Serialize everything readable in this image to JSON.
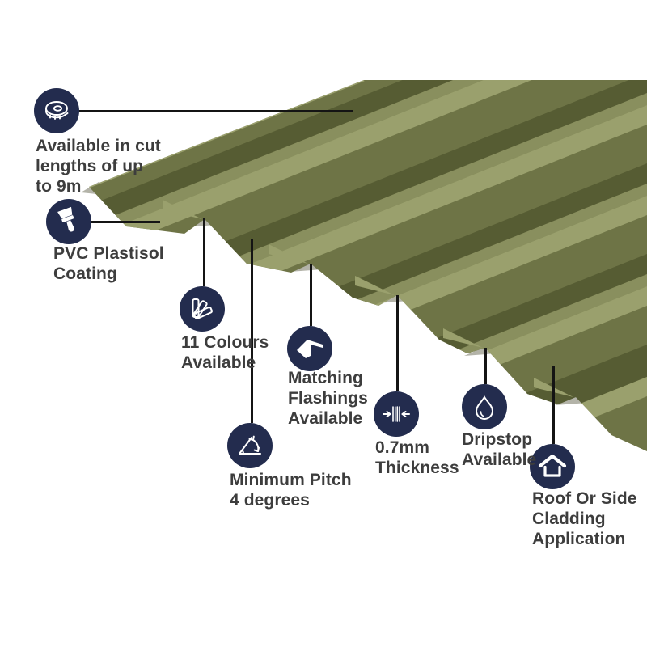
{
  "colors": {
    "background": "#ffffff",
    "icon_navy": "#232c4e",
    "connector_black": "#141414",
    "text_grey": "#3d3d3d",
    "sheet_olive_mid": "#6e7446",
    "sheet_olive_dark": "#565c33",
    "sheet_olive_light": "#9aa06d",
    "sheet_underside_grey": "#b3b3a8"
  },
  "product": {
    "image": "olive-green box-profile corrugated sheet, perspective view"
  },
  "features": [
    {
      "id": "cut-lengths",
      "icon": "tape-measure-icon",
      "lines": [
        "Available in cut",
        "lengths of up",
        "to 9m"
      ]
    },
    {
      "id": "coating",
      "icon": "paint-brush-icon",
      "lines": [
        "PVC Plastisol",
        "Coating"
      ]
    },
    {
      "id": "colours",
      "icon": "colour-fan-icon",
      "lines": [
        "11 Colours",
        "Available"
      ]
    },
    {
      "id": "flashings",
      "icon": "flashing-icon",
      "lines": [
        "Matching",
        "Flashings",
        "Available"
      ]
    },
    {
      "id": "pitch",
      "icon": "pitch-angle-icon",
      "lines": [
        "Minimum Pitch",
        "4 degrees"
      ]
    },
    {
      "id": "thickness",
      "icon": "thickness-icon",
      "lines": [
        "0.7mm",
        "Thickness"
      ]
    },
    {
      "id": "dripstop",
      "icon": "dripstop-icon",
      "lines": [
        "Dripstop",
        "Available"
      ]
    },
    {
      "id": "application",
      "icon": "house-icon",
      "lines": [
        "Roof Or Side",
        "Cladding",
        "Application"
      ]
    }
  ]
}
